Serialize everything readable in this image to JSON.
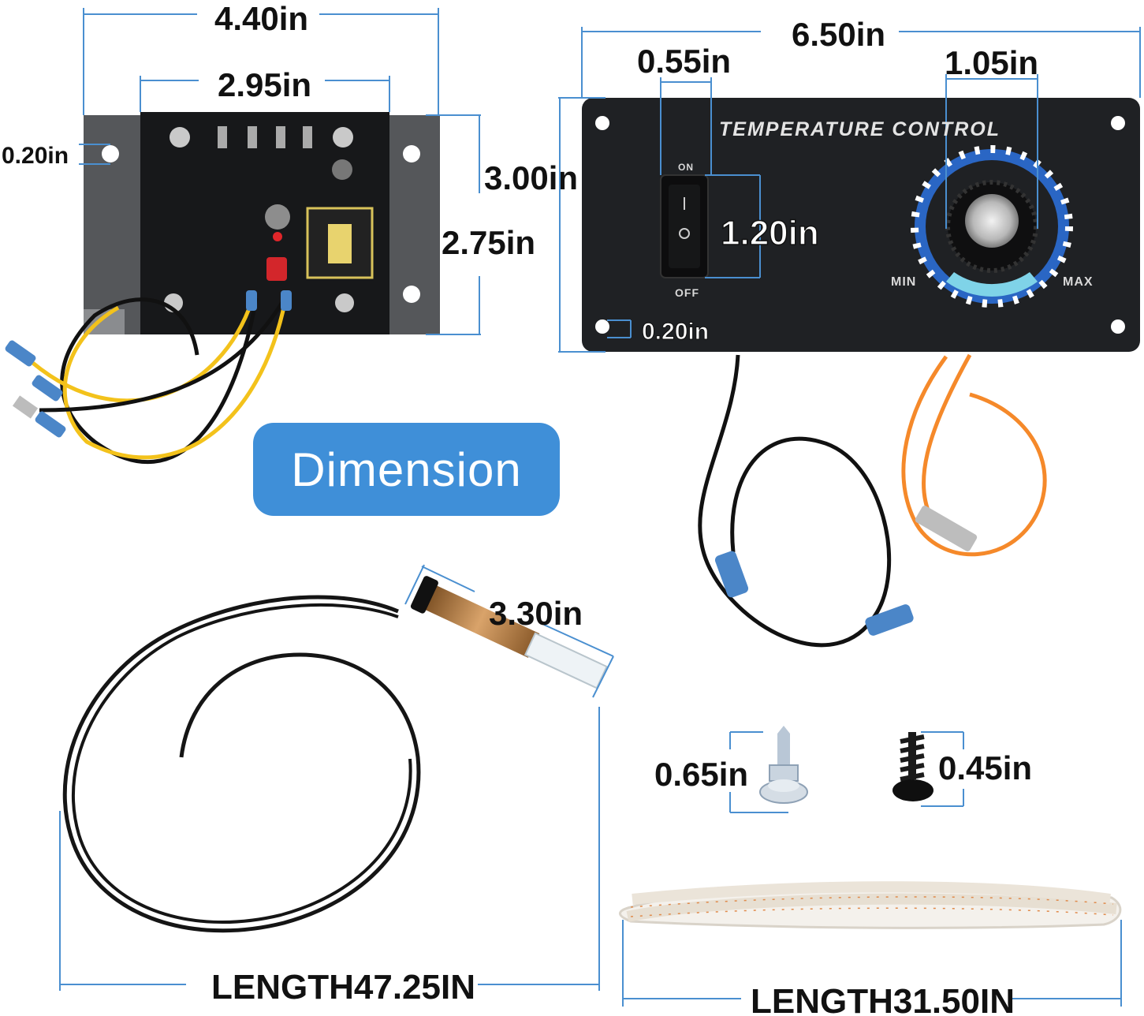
{
  "badge": {
    "label": "Dimension"
  },
  "board": {
    "width_total": "4.40in",
    "width_inner": "2.95in",
    "hole_offset": "0.20in",
    "height_outer": "3.00in",
    "height_inner": "2.75in"
  },
  "panel": {
    "title": "TEMPERATURE CONTROL",
    "width": "6.50in",
    "switch_width": "0.55in",
    "knob_width": "1.05in",
    "switch_height": "1.20in",
    "hole_offset": "0.20in",
    "switch_on": "ON",
    "switch_off": "OFF",
    "dial_min": "MIN",
    "dial_max": "MAX"
  },
  "probe": {
    "tip_length": "3.30in",
    "cable_length": "LENGTH47.25IN"
  },
  "screws": {
    "hex_screw": "0.65in",
    "black_screw": "0.45in"
  },
  "gasket": {
    "length": "LENGTH31.50IN"
  },
  "colors": {
    "accent": "#3f8fd8",
    "dimension_line": "#4a8fd0",
    "panel": "#1f2124",
    "wire_yellow": "#f3c21b",
    "wire_orange": "#f5892a"
  }
}
